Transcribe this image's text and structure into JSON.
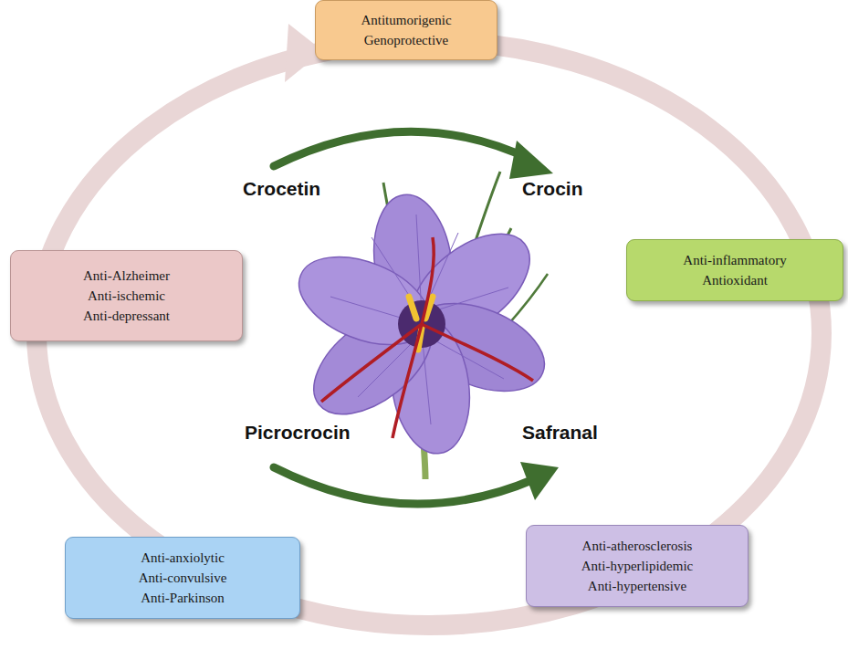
{
  "diagram": {
    "nodes": [
      {
        "text": [
          "Antitumorigenic",
          "Genoprotective"
        ]
      },
      {
        "text": [
          "Anti-Alzheimer",
          "Anti-ischemic",
          "Anti-depressant"
        ]
      },
      {
        "text": [
          "Anti-inflammatory",
          "Antioxidant"
        ]
      },
      {
        "text": [
          "Anti-anxiolytic",
          "Anti-convulsive",
          "Anti-Parkinson"
        ]
      },
      {
        "text": [
          "Anti-atherosclerosis",
          "Anti-hyperlipidemic",
          "Anti-hypertensive"
        ]
      }
    ],
    "labels": [
      "Crocetin",
      "Crocin",
      "Picrocrocin",
      "Safranal"
    ]
  }
}
